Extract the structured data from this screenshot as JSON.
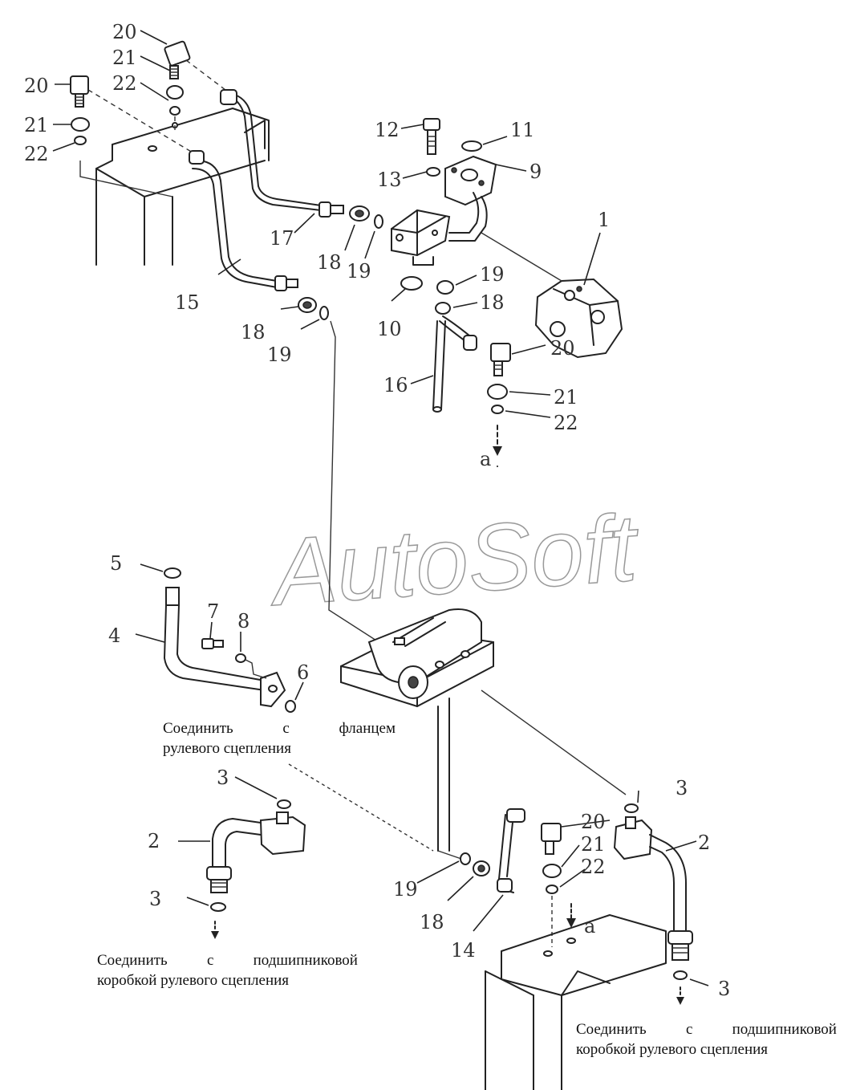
{
  "watermark": "AutoSoft",
  "callouts": {
    "c20a": "20",
    "c21a": "21",
    "c22a": "22",
    "c20b": "20",
    "c21b": "21",
    "c22b": "22",
    "c12": "12",
    "c11": "11",
    "c13": "13",
    "c9": "9",
    "c1": "1",
    "c17": "17",
    "c18a": "18",
    "c19a": "19",
    "c15": "15",
    "c18b": "18",
    "c19b": "19",
    "c10": "10",
    "c19c": "19",
    "c18c": "18",
    "c16": "16",
    "c20c": "20",
    "c21c": "21",
    "c22c": "22",
    "ca1": "a",
    "c5": "5",
    "c7": "7",
    "c8": "8",
    "c4": "4",
    "c6": "6",
    "c3a": "3",
    "c2a": "2",
    "c3b": "3",
    "c3c": "3",
    "c20d": "20",
    "c21d": "21",
    "c22d": "22",
    "c2b": "2",
    "c19d": "19",
    "c18d": "18",
    "c14": "14",
    "ca2": "a",
    "c3d": "3"
  },
  "notes": {
    "flange_line1_words": [
      "Соединить",
      "с",
      "фланцем"
    ],
    "flange_line2": "рулевого сцепления",
    "bearing_left_words": [
      "Соединить",
      "с",
      "подшипниковой"
    ],
    "bearing_left_line2": "коробкой рулевого сцепления",
    "bearing_right_words": [
      "Соединить",
      "с",
      "подшипниковой"
    ],
    "bearing_right_line2": "коробкой рулевого сцепления"
  }
}
